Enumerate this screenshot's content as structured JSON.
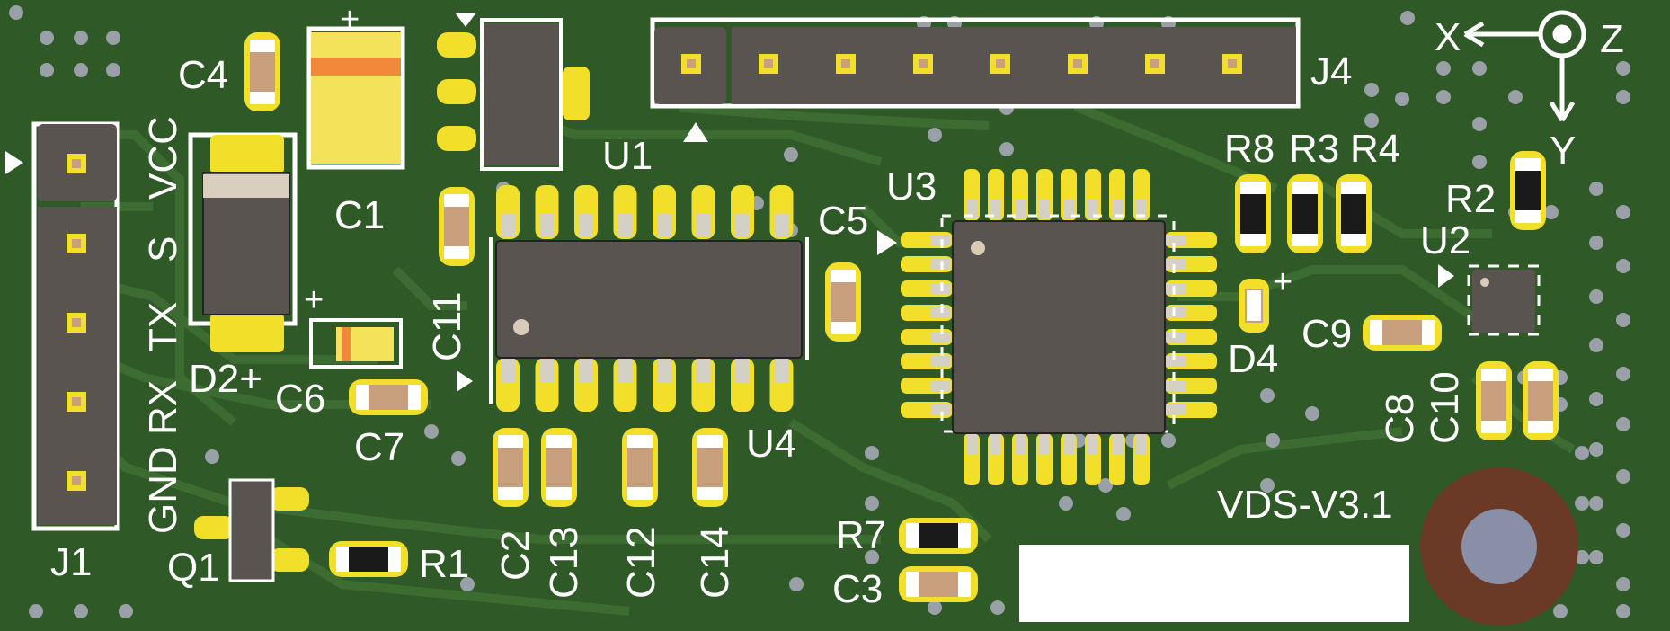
{
  "board_name": "VDS-V3.1",
  "axes": {
    "x": "X",
    "y": "Y",
    "z": "Z"
  },
  "header_j1": {
    "ref": "J1",
    "pins": [
      "VCC",
      "S",
      "TX",
      "RX",
      "GND"
    ]
  },
  "refs": {
    "C1": "C1",
    "C2": "C2",
    "C3": "C3",
    "C4": "C4",
    "C5": "C5",
    "C6": "C6",
    "C7": "C7",
    "C8": "C8",
    "C9": "C9",
    "C10": "C10",
    "C11": "C11",
    "C12": "C12",
    "C13": "C13",
    "C14": "C14",
    "R1": "R1",
    "R2": "R2",
    "R3": "R3",
    "R4": "R4",
    "R7": "R7",
    "R8": "R8",
    "U1": "U1",
    "U2": "U2",
    "U3": "U3",
    "U4": "U4",
    "J4": "J4",
    "Q1": "Q1",
    "D2": "D2+",
    "D4": "D4"
  },
  "markers": {
    "plus": "+",
    "pin1": "▶",
    "pin1_up": "▲",
    "pin1_down": "▼"
  },
  "colors": {
    "board": "#2f5a27",
    "trace": "#3c6b31",
    "pad": "#f2df2a",
    "ic": "#5a5450",
    "silk": "#ffffff",
    "resistor": "#1a1a1a",
    "capacitor": "#c9a07e",
    "via": "#9aa0a8",
    "label_box": "#ffffff",
    "mounting_ring": "#6b3a26",
    "mounting_hole": "#8a8fa8"
  }
}
